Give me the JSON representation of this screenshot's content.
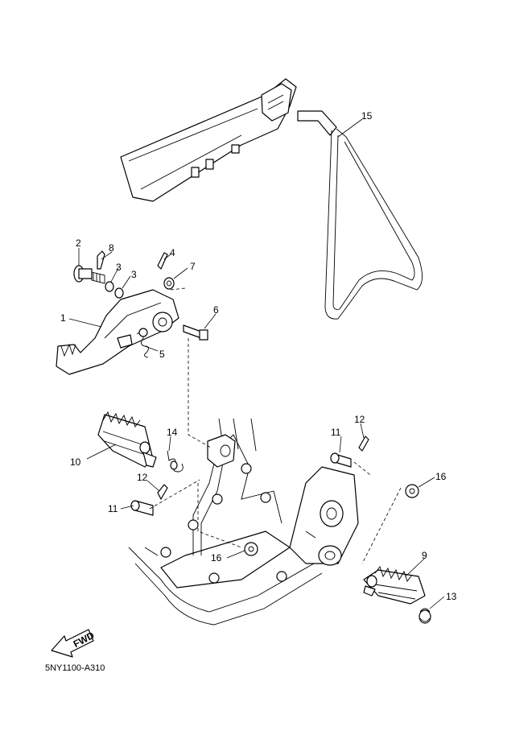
{
  "diagram_code": "5NY1100-A310",
  "fwd_label": "FWD",
  "callouts": [
    {
      "id": "c1",
      "text": "1"
    },
    {
      "id": "c2",
      "text": "2"
    },
    {
      "id": "c3a",
      "text": "3"
    },
    {
      "id": "c3b",
      "text": "3"
    },
    {
      "id": "c4",
      "text": "4"
    },
    {
      "id": "c5",
      "text": "5"
    },
    {
      "id": "c6",
      "text": "6"
    },
    {
      "id": "c7",
      "text": "7"
    },
    {
      "id": "c8",
      "text": "8"
    },
    {
      "id": "c9",
      "text": "9"
    },
    {
      "id": "c10",
      "text": "10"
    },
    {
      "id": "c11a",
      "text": "11"
    },
    {
      "id": "c11b",
      "text": "11"
    },
    {
      "id": "c12a",
      "text": "12"
    },
    {
      "id": "c12b",
      "text": "12"
    },
    {
      "id": "c13",
      "text": "13"
    },
    {
      "id": "c14",
      "text": "14"
    },
    {
      "id": "c15",
      "text": "15"
    },
    {
      "id": "c16a",
      "text": "16"
    },
    {
      "id": "c16b",
      "text": "16"
    }
  ]
}
